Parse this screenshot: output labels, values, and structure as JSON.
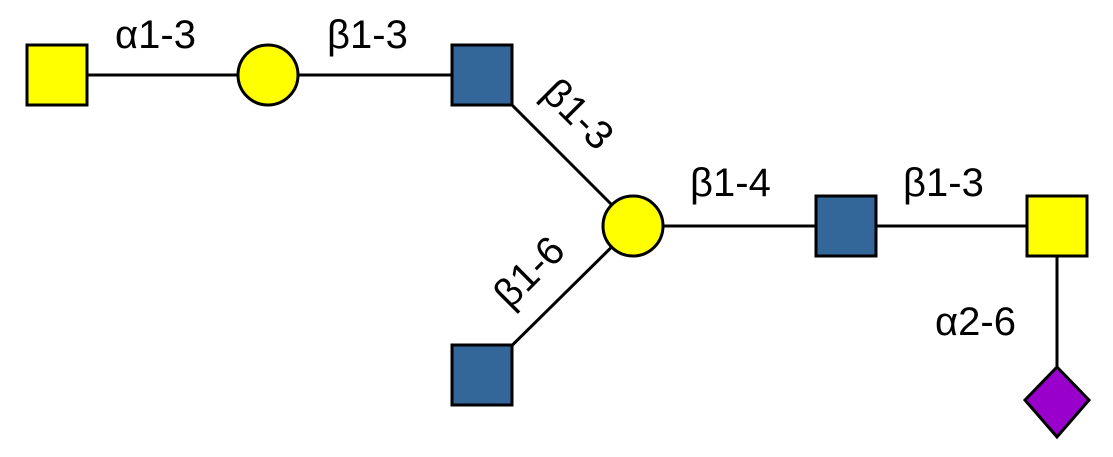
{
  "colors": {
    "galnac_yellow": "#FFFF00",
    "gal_yellow": "#FFFF00",
    "glcnac_blue": "#336699",
    "neuac_purple": "#9900CC"
  },
  "residues": [
    {
      "id": "r1",
      "shape": "square",
      "color": "#FFFF00"
    },
    {
      "id": "r2",
      "shape": "circle",
      "color": "#FFFF00"
    },
    {
      "id": "r3",
      "shape": "square",
      "color": "#336699"
    },
    {
      "id": "r4",
      "shape": "circle",
      "color": "#FFFF00"
    },
    {
      "id": "r5",
      "shape": "square",
      "color": "#336699"
    },
    {
      "id": "r6",
      "shape": "square",
      "color": "#336699"
    },
    {
      "id": "r7",
      "shape": "square",
      "color": "#FFFF00"
    },
    {
      "id": "r8",
      "shape": "diamond",
      "color": "#9900CC"
    }
  ],
  "linkages": {
    "l1": "α1-3",
    "l2": "β1-3",
    "l3": "β1-3",
    "l4": "β1-6",
    "l5": "β1-4",
    "l6": "β1-3",
    "l7": "α2-6"
  }
}
